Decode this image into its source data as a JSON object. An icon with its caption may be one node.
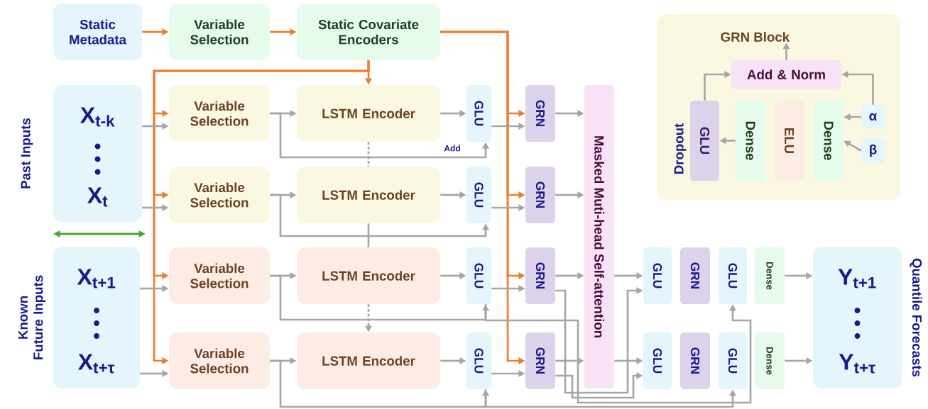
{
  "diagram": {
    "nodes": [
      {
        "text": [
          "Static Metadata"
        ]
      },
      {
        "text": [
          "Variable Selection"
        ]
      },
      {
        "text": [
          "Static Covariate Encoders"
        ]
      },
      {
        "text": [
          "X$_{t-k}$",
          "X$_{t}$"
        ],
        "beside": [
          "Past Inputs"
        ]
      },
      {
        "text": [
          "X$_{t+1}$",
          "X$_{t+τ}$"
        ],
        "beside": [
          "Known Future Inputs"
        ]
      },
      {
        "text": [
          "Variable Selection"
        ]
      },
      {
        "text": [
          "Variable Selection"
        ]
      },
      {
        "text": [
          "Variable Selection"
        ]
      },
      {
        "text": [
          "Variable Selection"
        ]
      },
      {
        "text": [
          "LSTM Encoder"
        ]
      },
      {
        "text": [
          "LSTM Encoder"
        ]
      },
      {
        "text": [
          "LSTM Encoder"
        ]
      },
      {
        "text": [
          "LSTM Encoder"
        ]
      },
      {
        "text": [
          "GLU"
        ]
      },
      {
        "text": [
          "GLU"
        ]
      },
      {
        "text": [
          "GLU"
        ]
      },
      {
        "text": [
          "GLU"
        ]
      },
      {
        "text": [
          "GRN"
        ]
      },
      {
        "text": [
          "GRN"
        ]
      },
      {
        "text": [
          "GRN"
        ]
      },
      {
        "text": [
          "GRN"
        ]
      },
      {
        "text": [
          "Masked Muti-head Self-attention"
        ]
      },
      {
        "text": [
          "GLU"
        ]
      },
      {
        "text": [
          "GLU"
        ]
      },
      {
        "text": [
          "GRN"
        ]
      },
      {
        "text": [
          "GRN"
        ]
      },
      {
        "text": [
          "GLU"
        ]
      },
      {
        "text": [
          "GLU"
        ]
      },
      {
        "text": [
          "Dense"
        ]
      },
      {
        "text": [
          "Dense"
        ]
      },
      {
        "text": [
          "Y$_{t+1}$",
          "Y$_{t+τ}$"
        ],
        "beside": [
          "Quantile Forecasts"
        ]
      },
      {
        "text": [
          "GRN Block"
        ]
      },
      {
        "text": [
          "Add & Norm"
        ],
        "in": 31
      },
      {
        "text": [
          "GLU"
        ],
        "in": 31,
        "beside": [
          "Dropout"
        ]
      },
      {
        "text": [
          "Dense"
        ],
        "in": 31
      },
      {
        "text": [
          "ELU"
        ],
        "in": 31
      },
      {
        "text": [
          "Dense"
        ],
        "in": 31
      },
      {
        "text": [
          "α"
        ],
        "in": 31
      },
      {
        "text": [
          "β"
        ],
        "in": 31
      }
    ],
    "edges": [
      {
        "from": 0,
        "to": 1,
        "arrow": "to",
        "color": "#ed7d31"
      },
      {
        "from": 1,
        "to": 2,
        "arrow": "to",
        "color": "#ed7d31"
      },
      {
        "from": 2,
        "to": 9,
        "arrow": "to",
        "color": "#ed7d31"
      },
      {
        "from": 2,
        "to": 5,
        "arrow": "to",
        "color": "#ed7d31"
      },
      {
        "from": 2,
        "to": 6,
        "arrow": "to",
        "color": "#ed7d31"
      },
      {
        "from": 2,
        "to": 7,
        "arrow": "to",
        "color": "#ed7d31"
      },
      {
        "from": 2,
        "to": 8,
        "arrow": "to",
        "color": "#ed7d31"
      },
      {
        "from": 2,
        "to": 17,
        "arrow": "to",
        "color": "#ed7d31"
      },
      {
        "from": 2,
        "to": 18,
        "arrow": "to",
        "color": "#ed7d31"
      },
      {
        "from": 2,
        "to": 19,
        "arrow": "to",
        "color": "#ed7d31"
      },
      {
        "from": 2,
        "to": 20,
        "arrow": "to",
        "color": "#ed7d31"
      },
      {
        "from": 3,
        "to": 5,
        "arrow": "to"
      },
      {
        "from": 3,
        "to": 6,
        "arrow": "to"
      },
      {
        "from": 4,
        "to": 7,
        "arrow": "to"
      },
      {
        "from": 4,
        "to": 8,
        "arrow": "to"
      },
      {
        "from": 5,
        "to": 9,
        "arrow": "to"
      },
      {
        "from": 6,
        "to": 10,
        "arrow": "to"
      },
      {
        "from": 7,
        "to": 11,
        "arrow": "to"
      },
      {
        "from": 8,
        "to": 12,
        "arrow": "to"
      },
      {
        "from": 5,
        "to": 13,
        "arrow": "to",
        "label": "Add"
      },
      {
        "from": 6,
        "to": 14,
        "arrow": "to"
      },
      {
        "from": 7,
        "to": 15,
        "arrow": "to"
      },
      {
        "from": 8,
        "to": 16,
        "arrow": "to"
      },
      {
        "from": 9,
        "to": 10,
        "arrow": "none",
        "style": "dashed"
      },
      {
        "from": 10,
        "to": 11,
        "arrow": "none"
      },
      {
        "from": 11,
        "to": 12,
        "arrow": "to",
        "style": "dashed"
      },
      {
        "from": 9,
        "to": 13,
        "arrow": "to"
      },
      {
        "from": 10,
        "to": 14,
        "arrow": "to"
      },
      {
        "from": 11,
        "to": 15,
        "arrow": "to"
      },
      {
        "from": 12,
        "to": 16,
        "arrow": "to"
      },
      {
        "from": 13,
        "to": 17,
        "arrow": "to"
      },
      {
        "from": 14,
        "to": 18,
        "arrow": "to"
      },
      {
        "from": 15,
        "to": 19,
        "arrow": "to"
      },
      {
        "from": 16,
        "to": 20,
        "arrow": "to"
      },
      {
        "from": 17,
        "to": 21,
        "arrow": "to"
      },
      {
        "from": 18,
        "to": 21,
        "arrow": "to"
      },
      {
        "from": 19,
        "to": 21,
        "arrow": "to"
      },
      {
        "from": 20,
        "to": 21,
        "arrow": "to"
      },
      {
        "from": 19,
        "to": 22,
        "arrow": "to"
      },
      {
        "from": 20,
        "to": 23,
        "arrow": "to"
      },
      {
        "from": 21,
        "to": 22,
        "arrow": "to"
      },
      {
        "from": 21,
        "to": 23,
        "arrow": "to"
      },
      {
        "from": 15,
        "to": 26,
        "arrow": "to"
      },
      {
        "from": 16,
        "to": 27,
        "arrow": "to"
      },
      {
        "from": 28,
        "to": 30,
        "arrow": "to"
      },
      {
        "from": 29,
        "to": 30,
        "arrow": "to"
      },
      {
        "from": 33,
        "to": 32,
        "arrow": "to"
      },
      {
        "from": 37,
        "to": 32,
        "arrow": "to"
      },
      {
        "from": 34,
        "to": 33,
        "arrow": "to"
      },
      {
        "from": 37,
        "to": 36,
        "arrow": "to"
      },
      {
        "from": 38,
        "to": 36,
        "arrow": "to"
      },
      {
        "from": 32,
        "to": null,
        "arrow": "to"
      }
    ]
  }
}
